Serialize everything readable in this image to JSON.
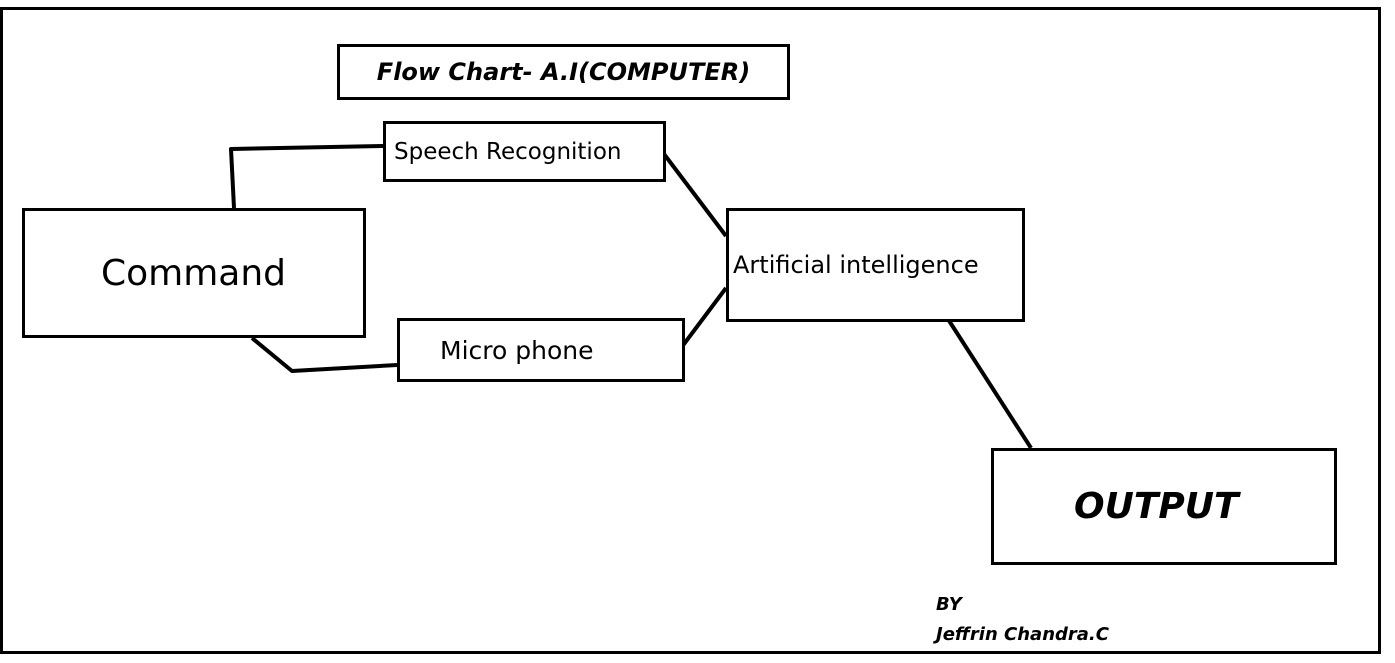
{
  "title": "Flow Chart- A.I(COMPUTER)",
  "nodes": {
    "speech_recognition": "Speech Recognition",
    "command": "Command",
    "microphone": "Micro phone",
    "artificial_intelligence": "Artificial intelligence",
    "output": "OUTPUT"
  },
  "credit": {
    "by": "BY",
    "author": "Jeffrin Chandra.C"
  },
  "colors": {
    "stroke": "#000000",
    "background": "#ffffff"
  }
}
